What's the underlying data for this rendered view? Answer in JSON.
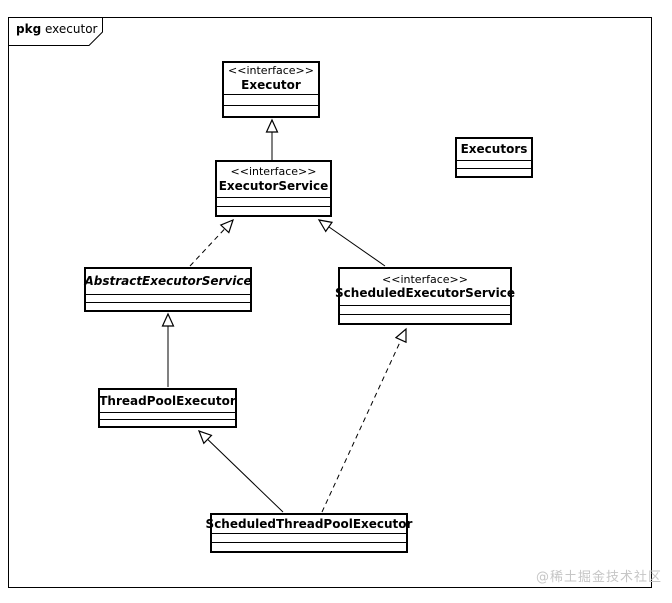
{
  "frame": {
    "tab_keyword": "pkg",
    "tab_name": "executor"
  },
  "nodes": {
    "executor": {
      "stereotype": "<<interface>>",
      "name": "Executor"
    },
    "executorservice": {
      "stereotype": "<<interface>>",
      "name": "ExecutorService"
    },
    "executors": {
      "name": "Executors"
    },
    "abstract": {
      "name": "AbstractExecutorService"
    },
    "ses": {
      "stereotype": "<<interface>>",
      "name": "ScheduledExecutorService"
    },
    "tpe": {
      "name": "ThreadPoolExecutor"
    },
    "stpe": {
      "name": "ScheduledThreadPoolExecutor"
    }
  },
  "edges": [
    {
      "from": "ExecutorService",
      "to": "Executor",
      "type": "generalization",
      "style": "solid"
    },
    {
      "from": "AbstractExecutorService",
      "to": "ExecutorService",
      "type": "realization",
      "style": "dashed"
    },
    {
      "from": "ScheduledExecutorService",
      "to": "ExecutorService",
      "type": "generalization",
      "style": "solid"
    },
    {
      "from": "ThreadPoolExecutor",
      "to": "AbstractExecutorService",
      "type": "generalization",
      "style": "solid"
    },
    {
      "from": "ScheduledThreadPoolExecutor",
      "to": "ThreadPoolExecutor",
      "type": "generalization",
      "style": "solid"
    },
    {
      "from": "ScheduledThreadPoolExecutor",
      "to": "ScheduledExecutorService",
      "type": "realization",
      "style": "dashed"
    }
  ],
  "colors": {
    "line": "#000000",
    "background": "#ffffff",
    "watermark": "#c6c6c6"
  },
  "watermark": "@稀土掘金技术社区"
}
